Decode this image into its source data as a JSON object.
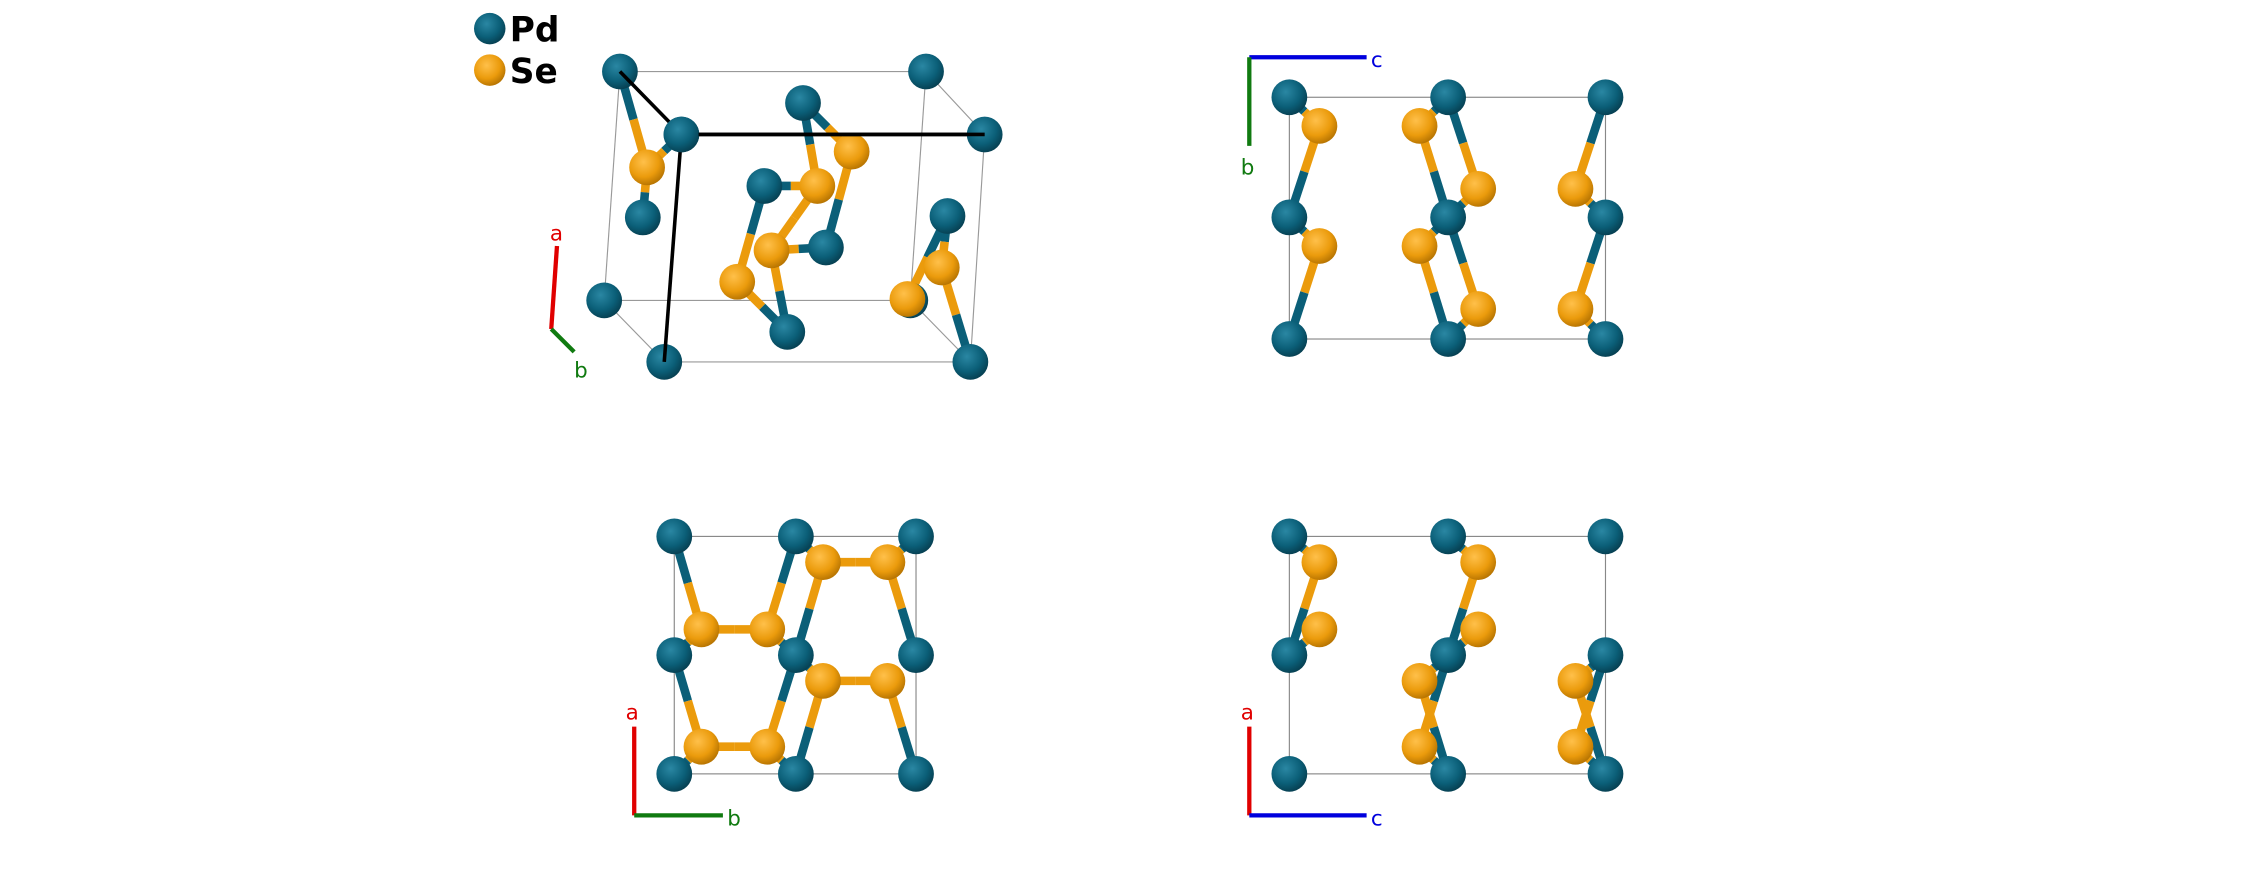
{
  "legend": {
    "items": [
      {
        "label": "Pd",
        "color": "#0b5f78"
      },
      {
        "label": "Se",
        "color": "#eb9b0c"
      }
    ]
  },
  "panels": [
    {
      "name": "perspective",
      "axes": [
        {
          "label": "a",
          "color": "#e00000"
        },
        {
          "label": "b",
          "color": "#107a10"
        }
      ]
    },
    {
      "name": "view-along-a",
      "axes": [
        {
          "label": "c",
          "color": "#0000dd"
        },
        {
          "label": "b",
          "color": "#107a10"
        }
      ]
    },
    {
      "name": "view-along-c",
      "axes": [
        {
          "label": "a",
          "color": "#e00000"
        },
        {
          "label": "b",
          "color": "#107a10"
        }
      ]
    },
    {
      "name": "view-along-b",
      "axes": [
        {
          "label": "a",
          "color": "#e00000"
        },
        {
          "label": "c",
          "color": "#0000dd"
        }
      ]
    }
  ]
}
